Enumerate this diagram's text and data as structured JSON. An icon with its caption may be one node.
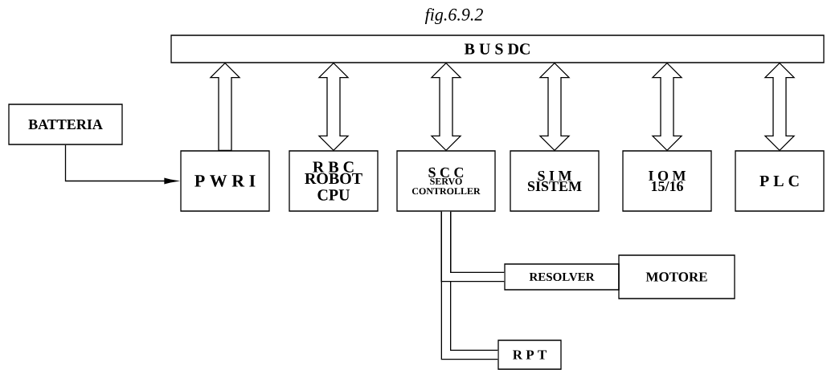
{
  "diagram": {
    "title": "fig.6.9.2",
    "nodes": [
      {
        "text": [
          "B U S DC"
        ]
      },
      {
        "text": [
          "BATTERIA"
        ]
      },
      {
        "text": [
          "P W R I"
        ]
      },
      {
        "text": [
          "R B C",
          "ROBOT CPU"
        ]
      },
      {
        "text": [
          "S C C",
          "SERVO CONTROLLER"
        ]
      },
      {
        "text": [
          "S I M",
          "SISTEM"
        ]
      },
      {
        "text": [
          "I O M",
          "15/16"
        ]
      },
      {
        "text": [
          "P L C"
        ]
      },
      {
        "text": [
          "RESOLVER"
        ]
      },
      {
        "text": [
          "MOTORE"
        ]
      },
      {
        "text": [
          "R P T"
        ]
      }
    ],
    "edges": [
      {
        "from": 1,
        "to": 2,
        "arrow": "to"
      },
      {
        "from": 2,
        "to": 0,
        "arrow": "to"
      },
      {
        "from": 3,
        "to": 0,
        "arrow": "both"
      },
      {
        "from": 4,
        "to": 0,
        "arrow": "both"
      },
      {
        "from": 5,
        "to": 0,
        "arrow": "both"
      },
      {
        "from": 6,
        "to": 0,
        "arrow": "both"
      },
      {
        "from": 7,
        "to": 0,
        "arrow": "both"
      },
      {
        "from": 4,
        "to": 10,
        "arrow": "none"
      },
      {
        "from": 4,
        "to": 8,
        "arrow": "none"
      }
    ]
  }
}
